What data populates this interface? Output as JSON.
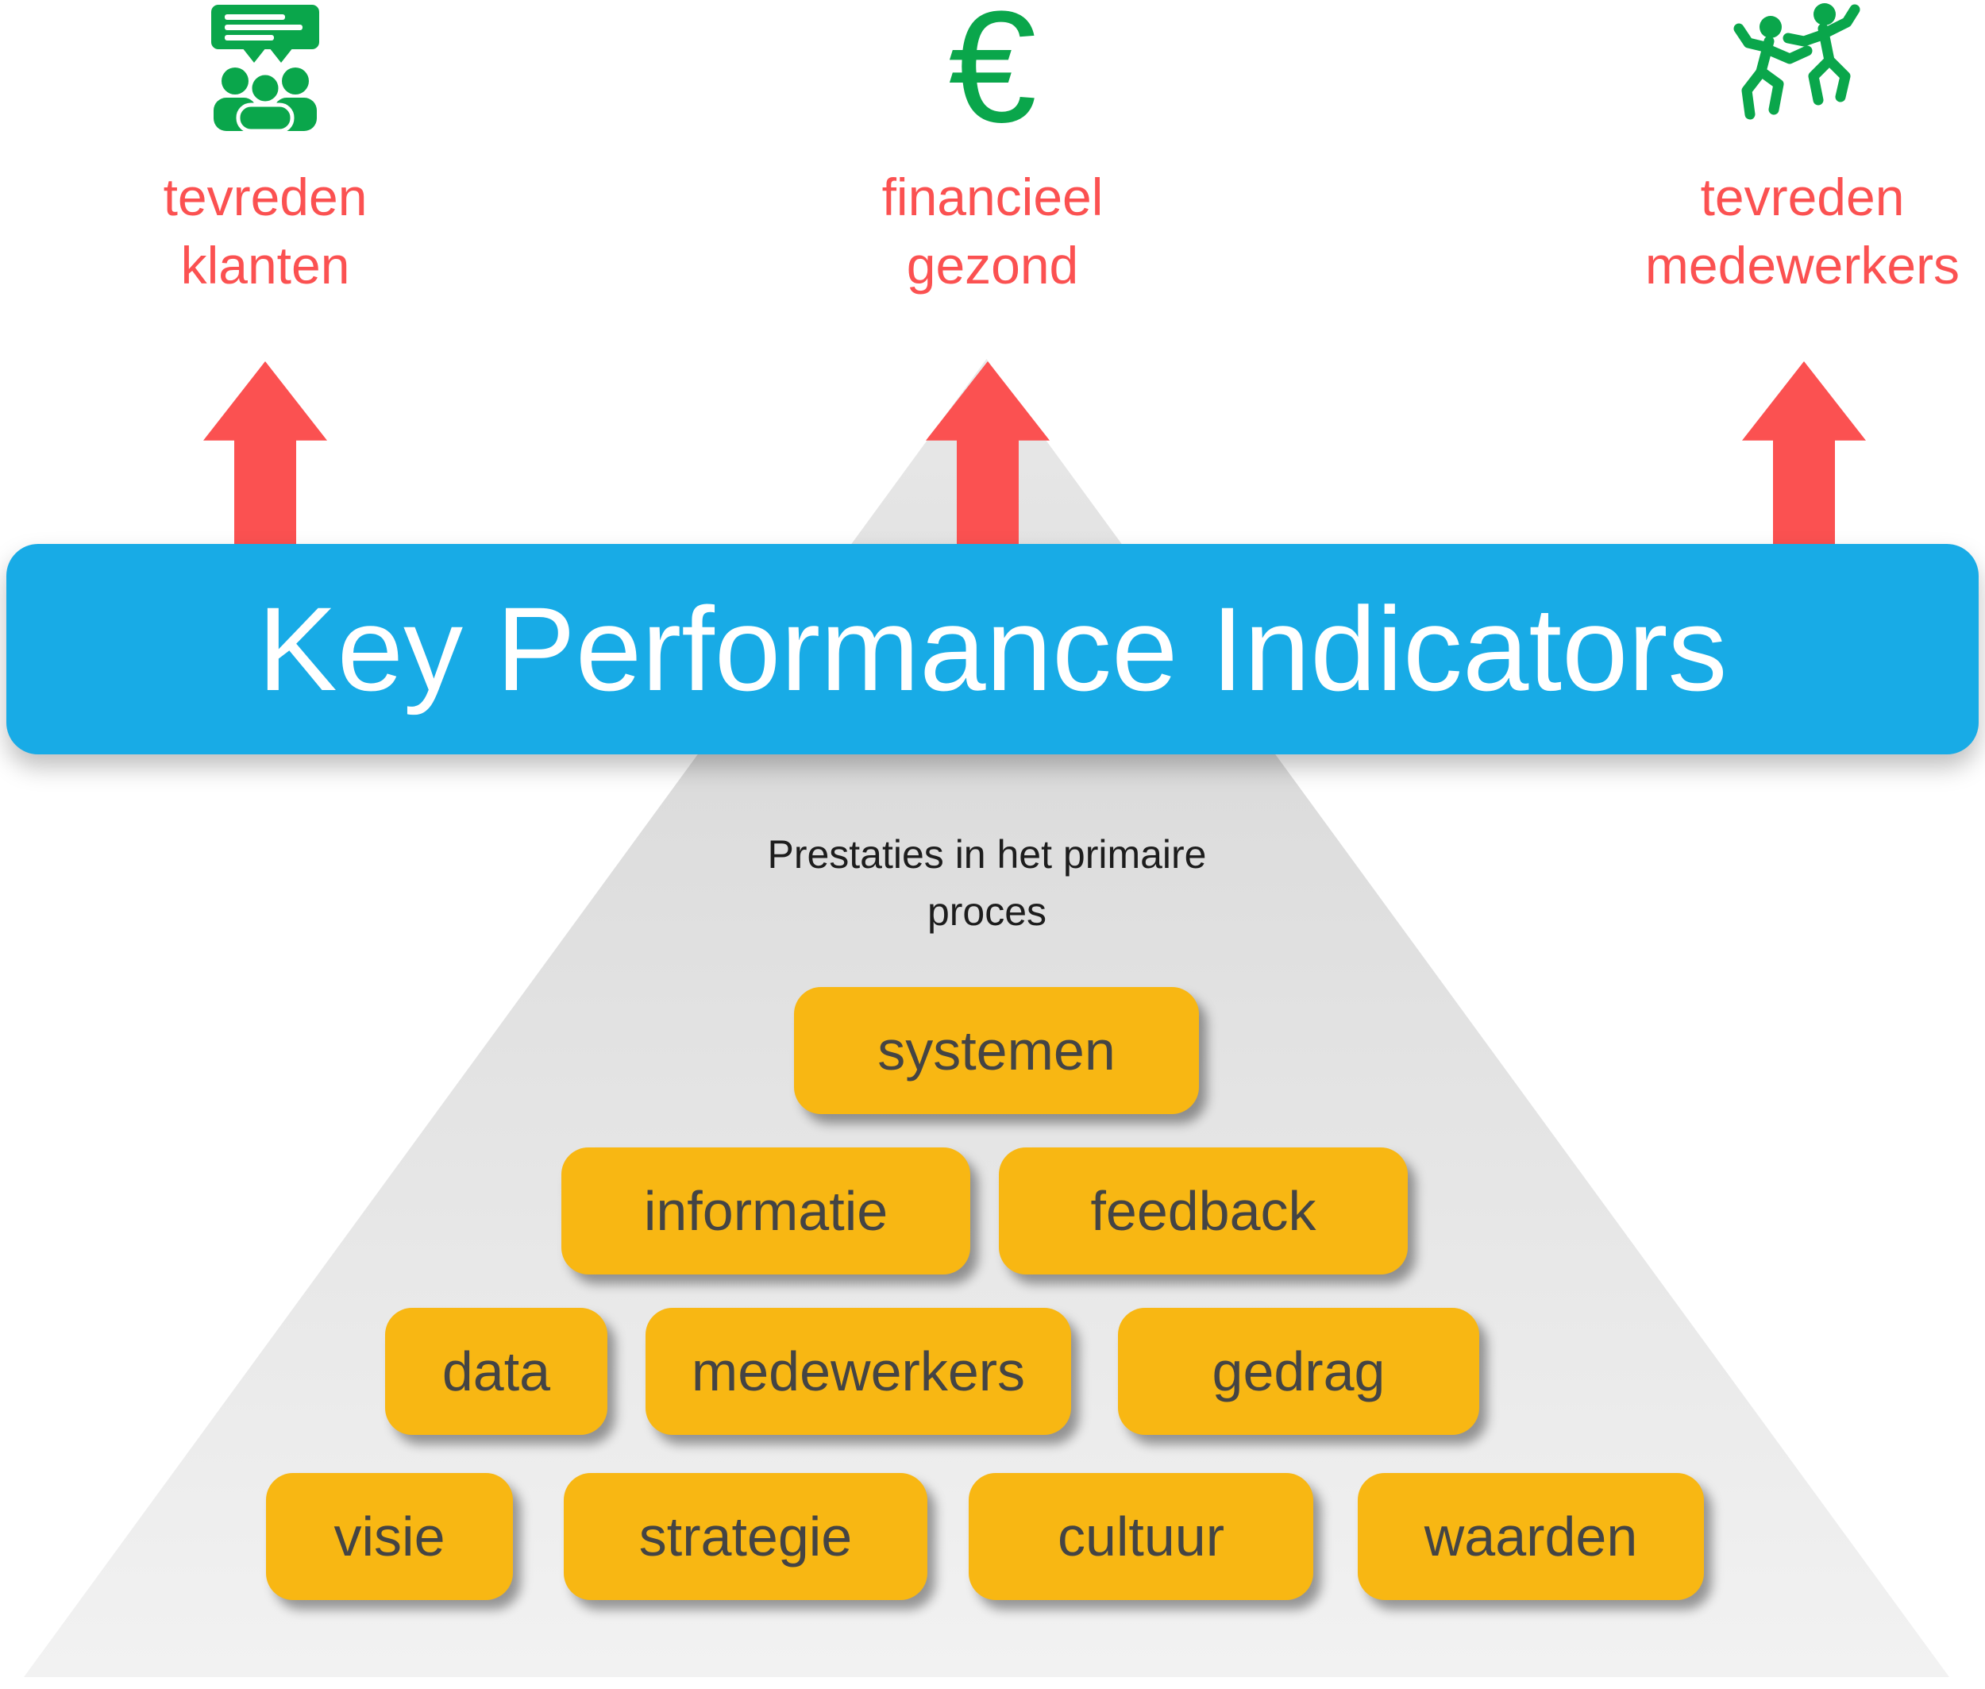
{
  "palette": {
    "blue": "#18ABE6",
    "red": "#FB5151",
    "green": "#0AA64B",
    "yellow": "#F8B713",
    "box_text": "#444444",
    "caption_text": "#1D1D1D"
  },
  "header": {
    "left": {
      "icon": "presentation-audience-icon",
      "line1": "tevreden",
      "line2": "klanten"
    },
    "center": {
      "icon": "euro-icon",
      "symbol": "€",
      "line1": "financieel",
      "line2": "gezond"
    },
    "right": {
      "icon": "dancing-people-icon",
      "line1": "tevreden",
      "line2": "medewerkers"
    }
  },
  "banner": {
    "title": "Key Performance Indicators"
  },
  "pyramid": {
    "caption_line1": "Prestaties in het primaire",
    "caption_line2": "proces",
    "rows": [
      [
        "systemen"
      ],
      [
        "informatie",
        "feedback"
      ],
      [
        "data",
        "medewerkers",
        "gedrag"
      ],
      [
        "visie",
        "strategie",
        "cultuur",
        "waarden"
      ]
    ]
  }
}
